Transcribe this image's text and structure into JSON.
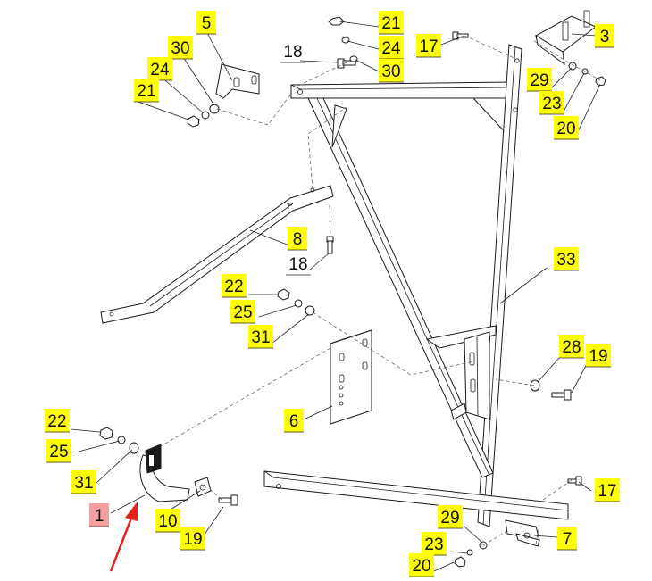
{
  "callouts": [
    {
      "id": "c-5",
      "text": "5",
      "style": "yellow"
    },
    {
      "id": "c-30a",
      "text": "30",
      "style": "yellow"
    },
    {
      "id": "c-24a",
      "text": "24",
      "style": "yellow"
    },
    {
      "id": "c-21a",
      "text": "21",
      "style": "yellow"
    },
    {
      "id": "c-18a",
      "text": "18",
      "style": "plain"
    },
    {
      "id": "c-21b",
      "text": "21",
      "style": "yellow"
    },
    {
      "id": "c-24b",
      "text": "24",
      "style": "yellow"
    },
    {
      "id": "c-30b",
      "text": "30",
      "style": "yellow"
    },
    {
      "id": "c-17a",
      "text": "17",
      "style": "yellow"
    },
    {
      "id": "c-3",
      "text": "3",
      "style": "yellow"
    },
    {
      "id": "c-29a",
      "text": "29",
      "style": "yellow"
    },
    {
      "id": "c-23a",
      "text": "23",
      "style": "yellow"
    },
    {
      "id": "c-20a",
      "text": "20",
      "style": "yellow"
    },
    {
      "id": "c-8",
      "text": "8",
      "style": "yellow"
    },
    {
      "id": "c-18b",
      "text": "18",
      "style": "plain"
    },
    {
      "id": "c-22a",
      "text": "22",
      "style": "yellow"
    },
    {
      "id": "c-25a",
      "text": "25",
      "style": "yellow"
    },
    {
      "id": "c-31a",
      "text": "31",
      "style": "yellow"
    },
    {
      "id": "c-33",
      "text": "33",
      "style": "yellow"
    },
    {
      "id": "c-28",
      "text": "28",
      "style": "yellow"
    },
    {
      "id": "c-19a",
      "text": "19",
      "style": "yellow"
    },
    {
      "id": "c-6",
      "text": "6",
      "style": "yellow"
    },
    {
      "id": "c-22b",
      "text": "22",
      "style": "yellow"
    },
    {
      "id": "c-25b",
      "text": "25",
      "style": "yellow"
    },
    {
      "id": "c-31b",
      "text": "31",
      "style": "yellow"
    },
    {
      "id": "c-1",
      "text": "1",
      "style": "red"
    },
    {
      "id": "c-10",
      "text": "10",
      "style": "yellow"
    },
    {
      "id": "c-19b",
      "text": "19",
      "style": "yellow"
    },
    {
      "id": "c-17b",
      "text": "17",
      "style": "yellow"
    },
    {
      "id": "c-29b",
      "text": "29",
      "style": "yellow"
    },
    {
      "id": "c-7",
      "text": "7",
      "style": "yellow"
    },
    {
      "id": "c-23b",
      "text": "23",
      "style": "yellow"
    },
    {
      "id": "c-20b",
      "text": "20",
      "style": "yellow"
    }
  ],
  "highlight": {
    "pointer": "red-arrow",
    "color": "#e8201c"
  },
  "colors": {
    "label_yellow": "#ffff00",
    "label_red": "#f4a0a0",
    "line": "#1a1a1a"
  }
}
